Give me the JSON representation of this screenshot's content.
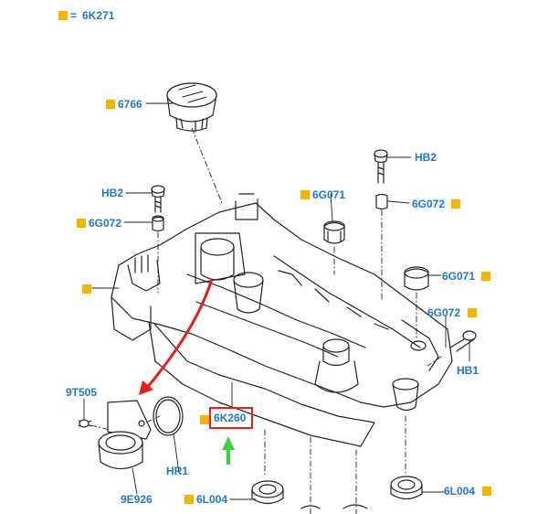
{
  "legend": {
    "symbol": "=",
    "code": "6K271"
  },
  "labels": {
    "l6766": "6766",
    "hb2_left": "HB2",
    "g6072_left": "6G072",
    "g6071_mid": "6G071",
    "hb2_right": "HB2",
    "g6072_right": "6G072",
    "g6071_right": "6G071",
    "g6072_lower": "6G072",
    "hb1": "HB1",
    "t9t505": "9T505",
    "k6260": "6K260",
    "hr1": "HR1",
    "e9926": "9E926",
    "l6004_left": "6L004",
    "l6004_right": "6L004"
  },
  "colors": {
    "label": "#1f78c8",
    "marker": "#f4b400",
    "highlight": "#e0221b",
    "red_arrow": "#e0221b",
    "green_arrow": "#3ad13a",
    "line": "#222222"
  }
}
